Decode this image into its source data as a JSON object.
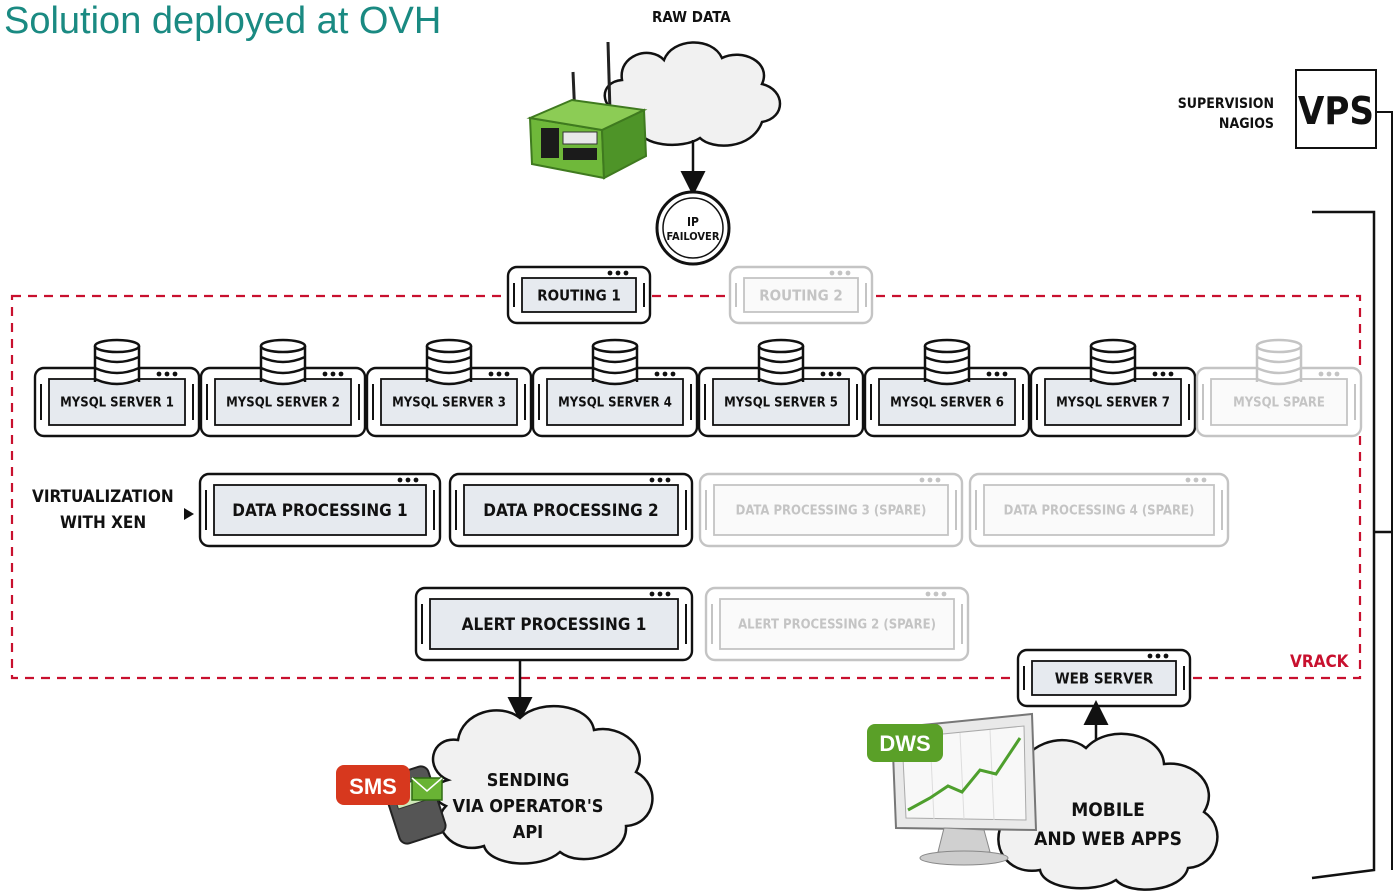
{
  "title": "Solution deployed at OVH",
  "labels": {
    "raw_data": "RAW DATA",
    "ip_line1": "IP",
    "ip_line2": "FAILOVER",
    "supervision_line1": "SUPERVISION",
    "supervision_line2": "NAGIOS",
    "vps": "VPS",
    "virtualization_line1": "VIRTUALIZATION",
    "virtualization_line2": "WITH XEN",
    "vrack": "VRACK",
    "sending_line1": "SENDING",
    "sending_line2": "VIA OPERATOR'S",
    "sending_line3": "API",
    "mobile_line1": "MOBILE",
    "mobile_line2": "AND WEB APPS",
    "sms": "SMS",
    "dws": "DWS"
  },
  "routing": [
    {
      "label": "ROUTING 1",
      "active": true
    },
    {
      "label": "ROUTING 2",
      "active": false
    }
  ],
  "mysql": [
    {
      "label": "MYSQL SERVER 1",
      "active": true
    },
    {
      "label": "MYSQL SERVER 2",
      "active": true
    },
    {
      "label": "MYSQL SERVER 3",
      "active": true
    },
    {
      "label": "MYSQL SERVER 4",
      "active": true
    },
    {
      "label": "MYSQL SERVER 5",
      "active": true
    },
    {
      "label": "MYSQL SERVER 6",
      "active": true
    },
    {
      "label": "MYSQL SERVER 7",
      "active": true
    },
    {
      "label": "MYSQL SPARE",
      "active": false
    }
  ],
  "data_processing": [
    {
      "label": "DATA PROCESSING 1",
      "active": true
    },
    {
      "label": "DATA PROCESSING 2",
      "active": true
    },
    {
      "label": "DATA PROCESSING 3 (SPARE)",
      "active": false
    },
    {
      "label": "DATA PROCESSING 4 (SPARE)",
      "active": false
    }
  ],
  "alert_processing": [
    {
      "label": "ALERT PROCESSING 1",
      "active": true
    },
    {
      "label": "ALERT PROCESSING 2 (SPARE)",
      "active": false
    }
  ],
  "web_server": {
    "label": "WEB SERVER",
    "active": true
  },
  "colors": {
    "title": "#1a8a82",
    "vrack": "#c8102e",
    "box_fill": "#e6eaef",
    "ink": "#111111",
    "inactive": "#c4c4c4",
    "cloud": "#f2f2f2",
    "device_green": "#6fb83a",
    "sms": "#d7381e",
    "dws": "#5aa028"
  }
}
